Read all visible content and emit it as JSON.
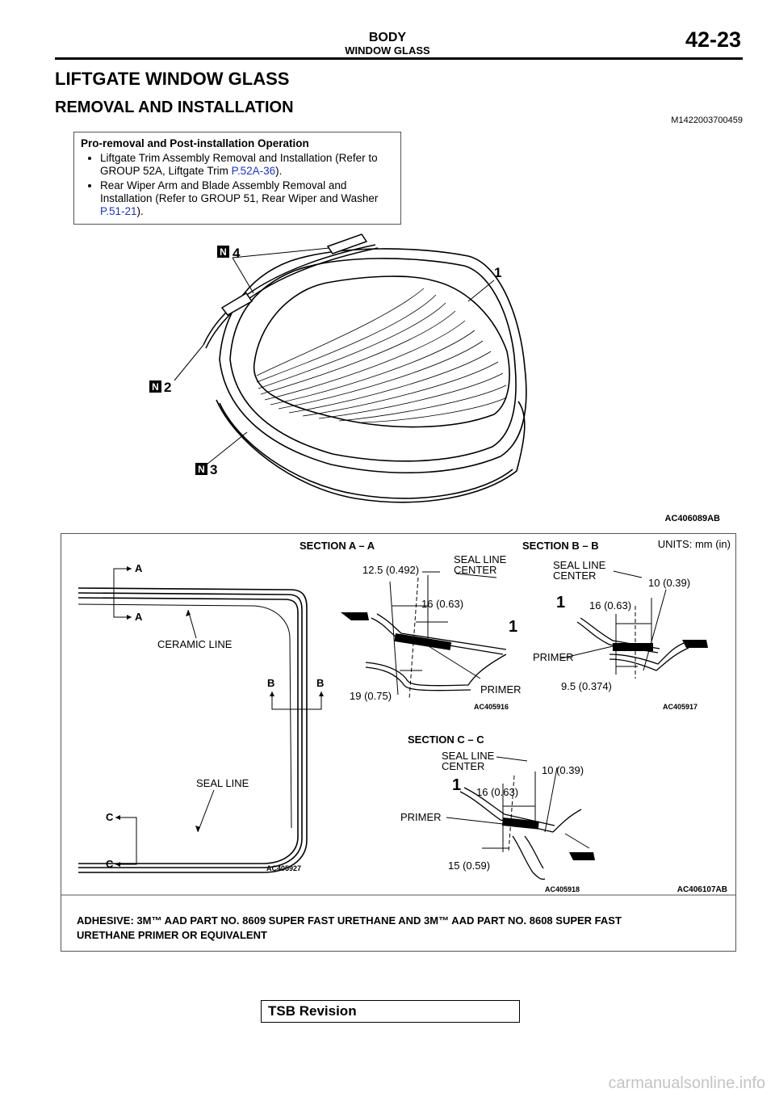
{
  "header": {
    "section": "BODY",
    "subsection": "WINDOW GLASS",
    "page_number": "42-23"
  },
  "title": "LIFTGATE WINDOW GLASS",
  "subtitle": "REMOVAL AND INSTALLATION",
  "doc_code": "M1422003700459",
  "pre_op": {
    "title": "Pro-removal and Post-installation Operation",
    "item1_text": "Liftgate Trim Assembly Removal and Installation (Refer to GROUP 52A, Liftgate Trim ",
    "item1_link": "P.52A-36",
    "item1_end": ").",
    "item2_text": "Rear Wiper Arm and Blade Assembly Removal and Installation (Refer to GROUP 51, Rear Wiper and Washer ",
    "item2_link": "P.51-21",
    "item2_end": ")."
  },
  "fig1": {
    "code": "AC406089AB",
    "callouts": [
      "1",
      "2",
      "3",
      "4"
    ],
    "badge": "N"
  },
  "fig2": {
    "units": "UNITS: mm (in)",
    "section_aa": "SECTION A – A",
    "section_bb": "SECTION B – B",
    "section_cc": "SECTION C – C",
    "letters": {
      "a": "A",
      "b": "B",
      "c": "C"
    },
    "ceramic_line": "CERAMIC LINE",
    "seal_line": "SEAL LINE",
    "seal_line_center_1": "SEAL LINE",
    "seal_line_center_2": "CENTER",
    "primer": "PRIMER",
    "part_1": "1",
    "dims": {
      "aa_top": "12.5 (0.492)",
      "aa_mid": "16 (0.63)",
      "aa_bot": "19 (0.75)",
      "bb_top": "10 (0.39)",
      "bb_mid": "16 (0.63)",
      "bb_bot": "9.5 (0.374)",
      "cc_top": "10 (0.39)",
      "cc_mid": "16 (0.63)",
      "cc_bot": "15 (0.59)"
    },
    "codes": {
      "glass": "AC405927",
      "aa": "AC405916",
      "bb": "AC405917",
      "cc": "AC405918",
      "fig": "AC406107AB"
    },
    "adhesive_1": "ADHESIVE: 3M™ AAD PART NO. 8609 SUPER FAST URETHANE AND 3M™ AAD PART NO. 8608 SUPER FAST",
    "adhesive_2": "URETHANE PRIMER OR EQUIVALENT"
  },
  "footer": {
    "tsb": "TSB Revision",
    "watermark": "carmanualsonline.info"
  }
}
